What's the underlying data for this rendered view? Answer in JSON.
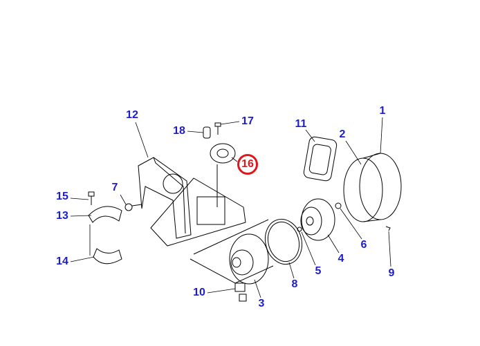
{
  "diagram": {
    "highlighted_part": "16",
    "highlight_color": "#e0161b",
    "label_color": "#1c1ccc",
    "callouts": [
      {
        "id": "1",
        "text": "1"
      },
      {
        "id": "2",
        "text": "2"
      },
      {
        "id": "3",
        "text": "3"
      },
      {
        "id": "4",
        "text": "4"
      },
      {
        "id": "5",
        "text": "5"
      },
      {
        "id": "6",
        "text": "6"
      },
      {
        "id": "7",
        "text": "7"
      },
      {
        "id": "8",
        "text": "8"
      },
      {
        "id": "9",
        "text": "9"
      },
      {
        "id": "10",
        "text": "10"
      },
      {
        "id": "11",
        "text": "11"
      },
      {
        "id": "12",
        "text": "12"
      },
      {
        "id": "13",
        "text": "13"
      },
      {
        "id": "14",
        "text": "14"
      },
      {
        "id": "15",
        "text": "15"
      },
      {
        "id": "16",
        "text": "16"
      },
      {
        "id": "17",
        "text": "17"
      },
      {
        "id": "18",
        "text": "18"
      }
    ]
  }
}
